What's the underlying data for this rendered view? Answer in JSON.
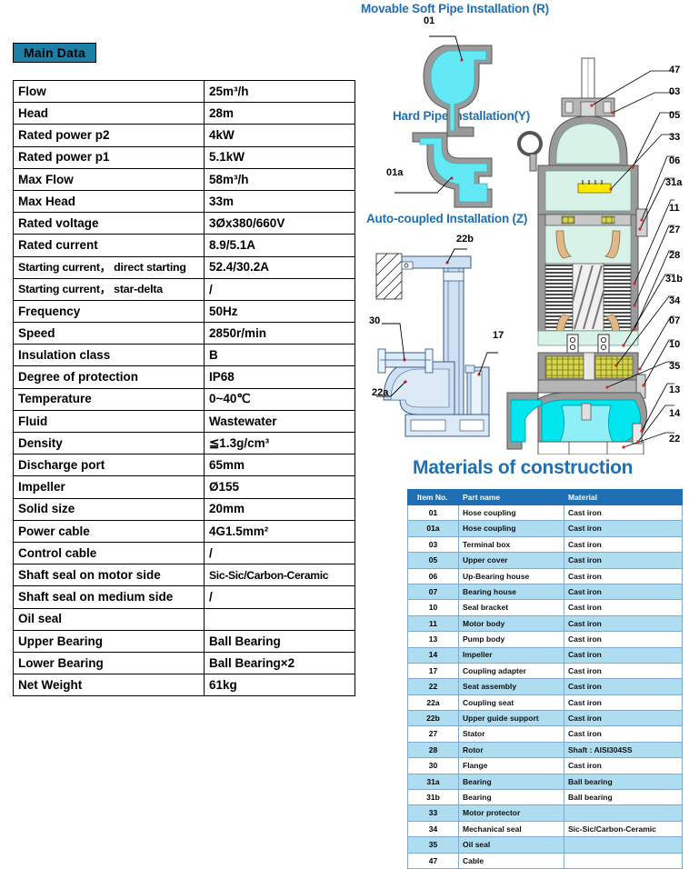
{
  "main_data": {
    "badge_label": "Main Data",
    "rows": [
      {
        "key": "Flow",
        "value": "25m³/h"
      },
      {
        "key": "Head",
        "value": "28m"
      },
      {
        "key": "Rated power p2",
        "value": "4kW"
      },
      {
        "key": "Rated power p1",
        "value": "5.1kW"
      },
      {
        "key": "Max Flow",
        "value": "58m³/h"
      },
      {
        "key": "Max Head",
        "value": "33m"
      },
      {
        "key": "Rated voltage",
        "value": "3Øx380/660V"
      },
      {
        "key": "Rated current",
        "value": "8.9/5.1A"
      },
      {
        "key": "Starting current， direct starting",
        "value": "52.4/30.2A"
      },
      {
        "key": "Starting current， star-delta",
        "value": "/"
      },
      {
        "key": "Frequency",
        "value": "50Hz"
      },
      {
        "key": "Speed",
        "value": "2850r/min"
      },
      {
        "key": "Insulation class",
        "value": "B"
      },
      {
        "key": "Degree of protection",
        "value": "IP68"
      },
      {
        "key": "Temperature",
        "value": "0~40℃"
      },
      {
        "key": "Fluid",
        "value": "Wastewater"
      },
      {
        "key": "Density",
        "value": "≦1.3g/cm³"
      },
      {
        "key": "Discharge port",
        "value": "65mm"
      },
      {
        "key": "Impeller",
        "value": "Ø155"
      },
      {
        "key": "Solid size",
        "value": "20mm"
      },
      {
        "key": "Power cable",
        "value": "4G1.5mm²"
      },
      {
        "key": "Control cable",
        "value": "/"
      },
      {
        "key": "Shaft seal on motor side",
        "value": "Sic-Sic/Carbon-Ceramic"
      },
      {
        "key": "Shaft seal on medium side",
        "value": "/"
      },
      {
        "key": "Oil seal",
        "value": ""
      },
      {
        "key": "Upper Bearing",
        "value": "Ball Bearing"
      },
      {
        "key": "Lower Bearing",
        "value": "Ball Bearing×2"
      },
      {
        "key": "Net Weight",
        "value": "61kg"
      }
    ]
  },
  "diagrams": {
    "movable_title": "Movable Soft Pipe Installation (R)",
    "hard_title": "Hard Pipe  Installation(Y)",
    "auto_title": "Auto-coupled Installation (Z)",
    "movable_callouts": [
      "01"
    ],
    "hard_callouts": [
      "01a"
    ],
    "auto_callouts": [
      "22b",
      "30",
      "17",
      "22a"
    ],
    "cutaway_callouts_right": [
      "47",
      "03",
      "05",
      "33",
      "06",
      "31a",
      "11",
      "27",
      "28",
      "31b",
      "34",
      "07",
      "10",
      "35",
      "13",
      "14",
      "22"
    ]
  },
  "materials": {
    "heading": "Materials of construction",
    "columns": [
      "Item No.",
      "Part name",
      "Material"
    ],
    "rows": [
      {
        "item": "01",
        "part": "Hose coupling",
        "material": "Cast iron"
      },
      {
        "item": "01a",
        "part": "Hose coupling",
        "material": "Cast iron"
      },
      {
        "item": "03",
        "part": "Terminal box",
        "material": "Cast iron"
      },
      {
        "item": "05",
        "part": "Upper cover",
        "material": "Cast iron"
      },
      {
        "item": "06",
        "part": "Up-Bearing house",
        "material": "Cast iron"
      },
      {
        "item": "07",
        "part": "Bearing house",
        "material": "Cast iron"
      },
      {
        "item": "10",
        "part": "Seal bracket",
        "material": "Cast iron"
      },
      {
        "item": "11",
        "part": "Motor body",
        "material": "Cast iron"
      },
      {
        "item": "13",
        "part": "Pump body",
        "material": "Cast iron"
      },
      {
        "item": "14",
        "part": "Impeller",
        "material": "Cast iron"
      },
      {
        "item": "17",
        "part": "Coupling adapter",
        "material": "Cast iron"
      },
      {
        "item": "22",
        "part": "Seat assembly",
        "material": "Cast iron"
      },
      {
        "item": "22a",
        "part": "Coupling seat",
        "material": "Cast iron"
      },
      {
        "item": "22b",
        "part": "Upper guide support",
        "material": "Cast iron"
      },
      {
        "item": "27",
        "part": "Stator",
        "material": "Cast iron"
      },
      {
        "item": "28",
        "part": "Rotor",
        "material": "Shaft : AISI304SS"
      },
      {
        "item": "30",
        "part": "Flange",
        "material": "Cast iron"
      },
      {
        "item": "31a",
        "part": "Bearing",
        "material": "Ball bearing"
      },
      {
        "item": "31b",
        "part": "Bearing",
        "material": "Ball bearing"
      },
      {
        "item": "33",
        "part": "Motor protector",
        "material": ""
      },
      {
        "item": "34",
        "part": "Mechanical seal",
        "material": "Sic-Sic/Carbon-Ceramic"
      },
      {
        "item": "35",
        "part": "Oil seal",
        "material": ""
      },
      {
        "item": "47",
        "part": "Cable",
        "material": ""
      }
    ]
  },
  "colors": {
    "accent_blue": "#1f6fb5",
    "badge_teal": "#1b7fa8",
    "row_alt_blue": "#aedcf0",
    "liquid_cyan": "#00e5ee",
    "casting_gray": "#9a9a9a",
    "internal_mint": "#d9f2e8",
    "winding_tan": "#e0b98a",
    "terminal_yellow": "#ffe800"
  }
}
